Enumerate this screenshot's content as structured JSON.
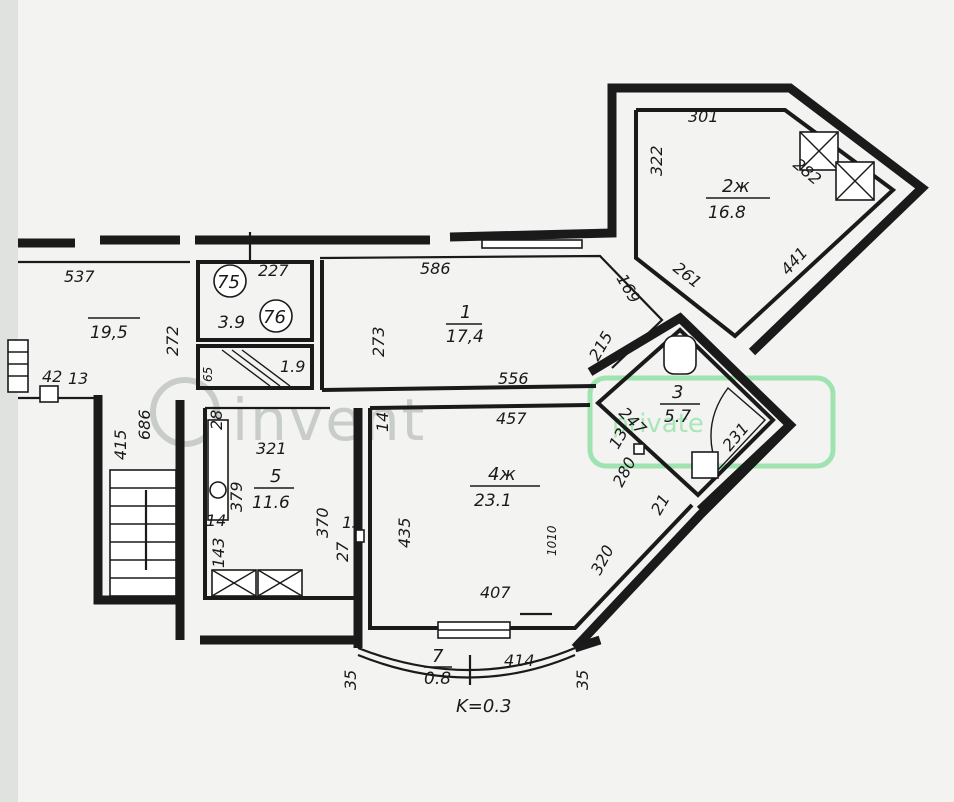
{
  "rooms": {
    "r1": {
      "num": "1",
      "area": "17,4"
    },
    "r2": {
      "num": "2ж",
      "area": "16.8"
    },
    "r3": {
      "num": "3",
      "area": "5.7"
    },
    "r4": {
      "num": "4ж",
      "area": "23.1"
    },
    "r5": {
      "num": "5",
      "area": "11.6"
    },
    "r7": {
      "num": "7",
      "area": "0.8"
    },
    "hall": {
      "area": "19,5"
    },
    "wc": {
      "area": "3.9"
    },
    "closet": {
      "area": "1.9"
    }
  },
  "dims": {
    "d537": "537",
    "d586": "586",
    "d227": "227",
    "d273": "273",
    "d272": "272",
    "d556": "556",
    "d457": "457",
    "d435": "435",
    "d407": "407",
    "d414": "414",
    "d320": "320",
    "d321": "321",
    "d370": "370",
    "d379": "379",
    "d143": "143",
    "d301": "301",
    "d322": "322",
    "d282": "282",
    "d441": "441",
    "d261": "261",
    "d169": "169",
    "d215": "215",
    "d247": "247",
    "d231": "231",
    "d280": "280",
    "d415": "415",
    "d686": "686",
    "d42": "42",
    "d13a": "13",
    "d13b": "13",
    "d13c": "13",
    "d14a": "14",
    "d14b": "14",
    "d27": "27",
    "d21": "21",
    "d28": "28",
    "d35a": "35",
    "d35b": "35",
    "d1010": "1010",
    "d65": "65"
  },
  "markers": {
    "m75": "75",
    "m76": "76"
  },
  "coefficient": "K=0.3",
  "watermark": {
    "brand": "invent",
    "tag": "private"
  }
}
